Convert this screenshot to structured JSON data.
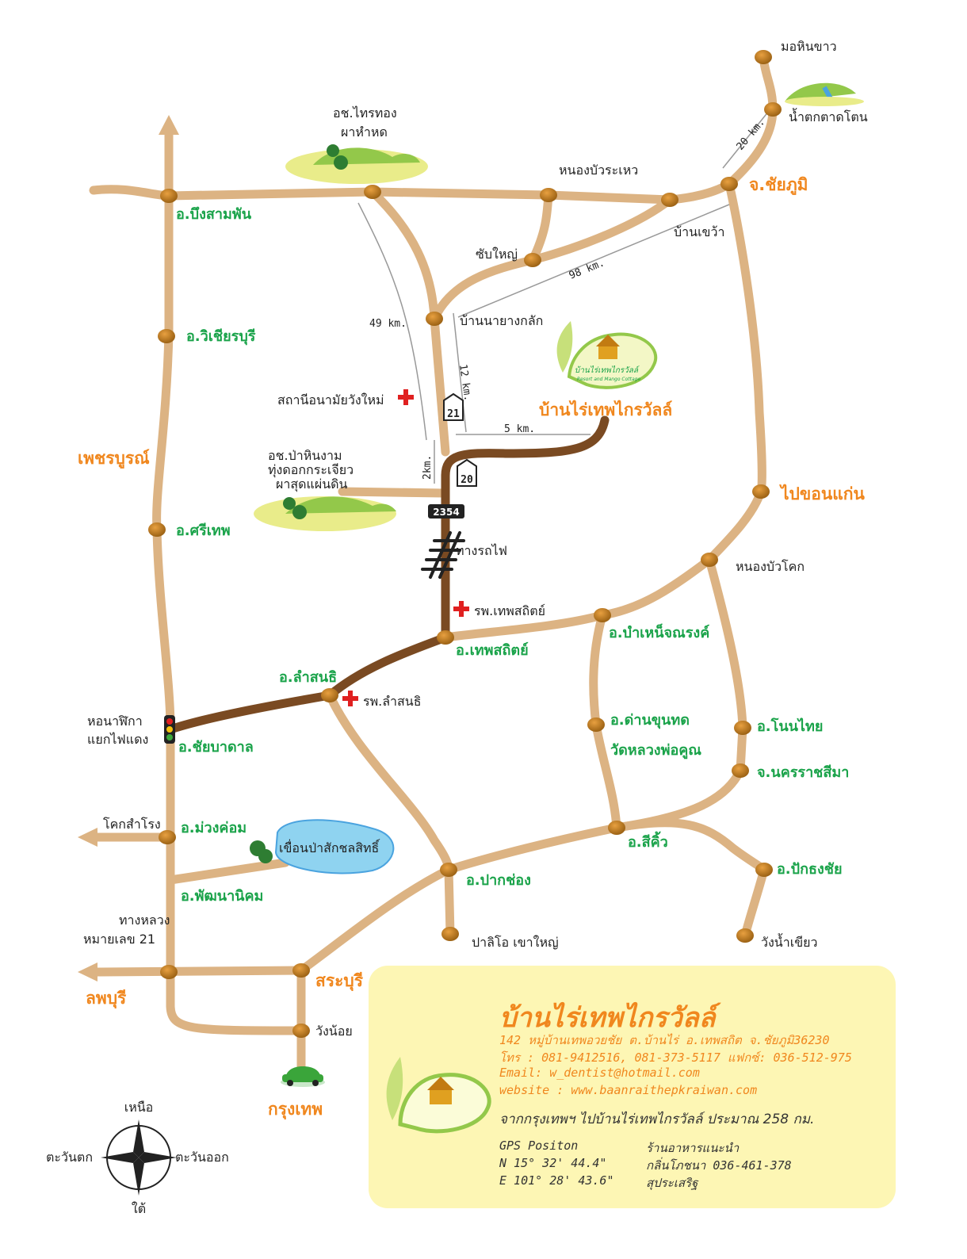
{
  "places": {
    "mo_hin_khao": "มอหินขาว",
    "namtok_tat_ton": "น้ำตกตาดโตน",
    "chaiyaphum": "จ.ชัยภูมิ",
    "nong_bua_rawe": "หนองบัวระเหว",
    "ban_khwao": "บ้านเขว้า",
    "sap_yai": "ซับใหญ่",
    "na_yang_klak": "บ้านนายางกลัก",
    "park_sai_thong_1": "อช.ไทรทอง",
    "park_sai_thong_2": "ผาหำหด",
    "bueng_sam_phan": "อ.บึงสามพัน",
    "wichian_buri": "อ.วิเชียรบุรี",
    "phetchabun": "เพชรบูรณ์",
    "si_thep": "อ.ศรีเทพ",
    "wildlife_station": "สถานีอนามัยวังใหม่",
    "park_pa_hin_ngam_1": "อช.ป่าหินงาม",
    "park_pa_hin_ngam_2": "ทุ่งดอกกระเจียว",
    "park_pa_hin_ngam_3": "ผาสุดแผ่นดิน",
    "railway": "ทางรถไฟ",
    "hosp_thep_sathit": "รพ.เทพสถิตย์",
    "thep_sathit": "อ.เทพสถิตย์",
    "bamnet_narong": "อ.บำเหน็จณรงค์",
    "nong_bua_khok": "หนองบัวโคก",
    "to_khon_kaen": "ไปขอนแก่น",
    "lam_sonthi": "อ.ลำสนธิ",
    "hosp_lam_sonthi": "รพ.ลำสนธิ",
    "clock_tower_1": "หอนาฬิกา",
    "clock_tower_2": "แยกไฟแดง",
    "chai_badan": "อ.ชัยบาดาล",
    "dan_khun_thot": "อ.ด่านขุนทด",
    "wat_luang_pho_khun": "วัดหลวงพ่อคูณ",
    "non_thai": "อ.โนนไทย",
    "nakhon_ratchasima": "จ.นครราชสีมา",
    "khok_samrong": "โคกสำโรง",
    "muang_khom": "อ.ม่วงค่อม",
    "dam": "เขื่อนป่าสักชลสิทธิ์",
    "phatthana_nikhom": "อ.พัฒนานิคม",
    "highway_1": "ทางหลวง",
    "highway_2": "หมายเลข 21",
    "lopburi": "ลพบุรี",
    "saraburi": "สระบุรี",
    "wang_noi": "วังน้อย",
    "bangkok": "กรุงเทพ",
    "pak_chong": "อ.ปากช่อง",
    "palio_khao_yai": "ปาลิโอ เขาใหญ่",
    "sikhio": "อ.สีคิ้ว",
    "pak_thong_chai": "อ.ปักธงชัย",
    "wang_nam_khiao": "วังน้ำเขียว",
    "resort": "บ้านไร่เทพไกรวัลล์"
  },
  "distances": {
    "d20": "20 km.",
    "d98": "98 km.",
    "d49": "49 km.",
    "d12": "12 km.",
    "d5": "5 km.",
    "d2": "2km."
  },
  "route_numbers": {
    "r21": "21",
    "r20": "20",
    "r2354": "2354"
  },
  "compass": {
    "north": "เหนือ",
    "south": "ใต้",
    "east": "ตะวันออก",
    "west": "ตะวันตก"
  },
  "logo": {
    "name": "บ้านไร่เทพไกรวัลล์",
    "subtitle": "Resort and Mango Cottage"
  },
  "info": {
    "title": "บ้านไร่เทพไกรวัลล์",
    "address": "142 หมู่บ้านเทพอวยชัย ต.บ้านไร่ อ.เทพสถิต จ.ชัยภูมิ36230",
    "phone": "โทร : 081-9412516, 081-373-5117 แฟกซ์: 036-512-975",
    "email": "Email: w_dentist@hotmail.com",
    "website": "website : www.baanraithepkraiwan.com",
    "route": "จากกรุงเทพฯ ไปบ้านไร่เทพไกรวัลล์ ประมาณ 258 กม.",
    "gps_label": "GPS Positon",
    "gps_n": "N 15° 32' 44.4\"",
    "gps_e": "E 101° 28' 43.6\"",
    "rest_label": "ร้านอาหารแนะนำ",
    "rest_1": "กลิ่นโภชนา 036-461-378",
    "rest_2": "สุประเสริฐ"
  },
  "colors": {
    "road": "#dcb383",
    "route": "#7a4a22",
    "green_label": "#1aa34a",
    "orange_label": "#f0871e",
    "info_bg": "#fdf6b4"
  }
}
